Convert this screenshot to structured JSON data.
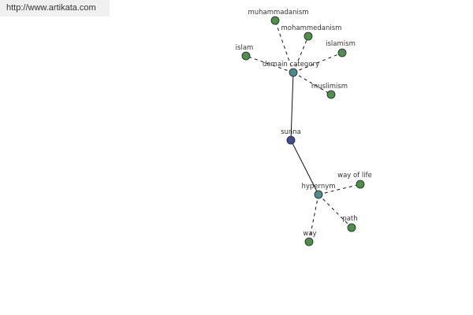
{
  "site": {
    "url_label": "http://www.artikata.com"
  },
  "graph": {
    "colors": {
      "leaf": "#4e8f4e",
      "hub": "#4c8c8c",
      "center": "#3d4f90",
      "edge": "#111111",
      "label": "#333333"
    },
    "nodes": [
      {
        "id": "sunna",
        "label": "sunna",
        "kind": "center"
      },
      {
        "id": "domain_category",
        "label": "domain category",
        "kind": "hub"
      },
      {
        "id": "hypernym",
        "label": "hypernym",
        "kind": "hub"
      },
      {
        "id": "muhammadanism",
        "label": "muhammadanism",
        "kind": "leaf"
      },
      {
        "id": "mohammedanism",
        "label": "mohammedanism",
        "kind": "leaf"
      },
      {
        "id": "islamism",
        "label": "islamism",
        "kind": "leaf"
      },
      {
        "id": "islam",
        "label": "islam",
        "kind": "leaf"
      },
      {
        "id": "muslimism",
        "label": "muslimism",
        "kind": "leaf"
      },
      {
        "id": "way_of_life",
        "label": "way of life",
        "kind": "leaf"
      },
      {
        "id": "path",
        "label": "path",
        "kind": "leaf"
      },
      {
        "id": "way",
        "label": "way",
        "kind": "leaf"
      }
    ],
    "edges": [
      {
        "from": "sunna",
        "to": "domain_category",
        "style": "solid"
      },
      {
        "from": "sunna",
        "to": "hypernym",
        "style": "solid"
      },
      {
        "from": "domain_category",
        "to": "muhammadanism",
        "style": "dashed"
      },
      {
        "from": "domain_category",
        "to": "mohammedanism",
        "style": "dashed"
      },
      {
        "from": "domain_category",
        "to": "islamism",
        "style": "dashed"
      },
      {
        "from": "domain_category",
        "to": "islam",
        "style": "dashed"
      },
      {
        "from": "domain_category",
        "to": "muslimism",
        "style": "dashed"
      },
      {
        "from": "hypernym",
        "to": "way_of_life",
        "style": "dashed"
      },
      {
        "from": "hypernym",
        "to": "path",
        "style": "dashed"
      },
      {
        "from": "hypernym",
        "to": "way",
        "style": "dashed"
      }
    ]
  }
}
